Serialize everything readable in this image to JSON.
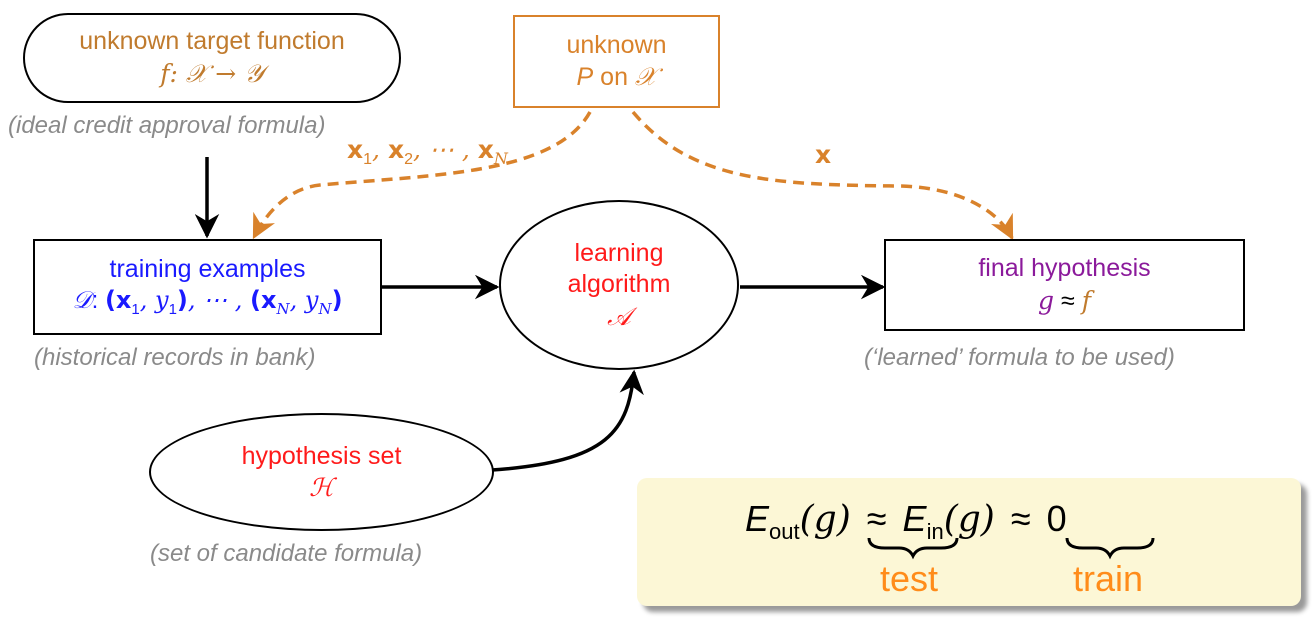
{
  "colors": {
    "orange": "#d9822b",
    "blue": "#1a1aff",
    "red": "#ff1a1a",
    "purple": "#8b1a9b",
    "gray": "#8a8a8a",
    "black": "#000000",
    "callout_bg": "#fcf7d6"
  },
  "target": {
    "title": "unknown target function",
    "f": "f",
    "mapping": ": 𝒳 → 𝒴",
    "caption": "(ideal credit approval formula)"
  },
  "distribution": {
    "title": "unknown",
    "p": "P",
    "on": "on",
    "space": "𝒳"
  },
  "training": {
    "title": "training examples",
    "d": "𝒟",
    "colon": ":",
    "pair1_open": "(",
    "x1": "x",
    "x1_sub": "1",
    "comma1": ", ",
    "y1": "y",
    "y1_sub": "1",
    "pair1_close": ")",
    "dots": ", ⋯ , ",
    "pairN_open": "(",
    "xN": "x",
    "xN_sub": "N",
    "commaN": ", ",
    "yN": "y",
    "yN_sub": "N",
    "pairN_close": ")",
    "caption": "(historical records in bank)"
  },
  "algorithm": {
    "line1": "learning",
    "line2": "algorithm",
    "symbol": "𝒜"
  },
  "hypothesis_final": {
    "title": "final hypothesis",
    "g": "g",
    "approx": "≈",
    "f": "f",
    "caption": "(‘learned’ formula to be used)"
  },
  "hypothesis_set": {
    "title": "hypothesis set",
    "symbol": "ℋ",
    "caption": "(set of candidate formula)"
  },
  "sample_label": {
    "x1": "x",
    "s1": "1",
    "c1": ", ",
    "x2": "x",
    "s2": "2",
    "c2": ", ⋯ , ",
    "xN": "x",
    "sN": "N"
  },
  "test_label": {
    "x": "x"
  },
  "callout": {
    "eout_e": "E",
    "eout_sub": "out",
    "eout_arg": "(g)",
    "approx1": "≈",
    "ein_e": "E",
    "ein_sub": "in",
    "ein_arg": "(g)",
    "approx2": "≈",
    "zero": "0",
    "test": "test",
    "train": "train"
  }
}
